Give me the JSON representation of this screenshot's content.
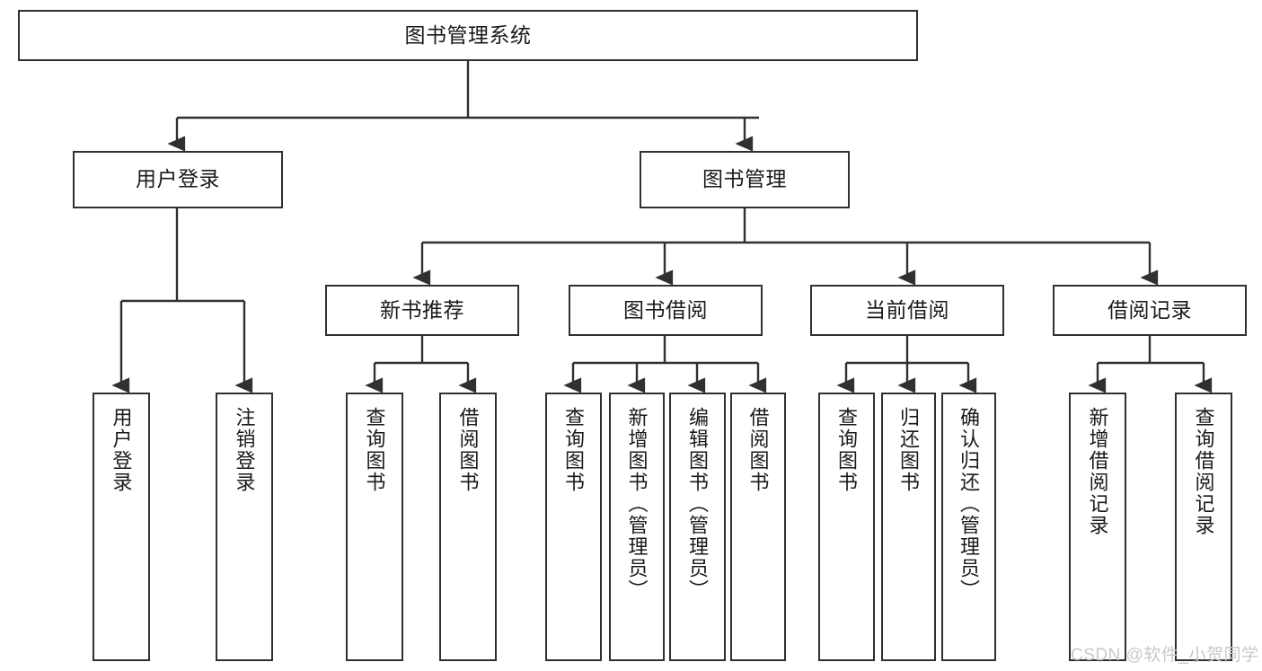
{
  "diagram": {
    "title": "图书管理系统",
    "type": "tree",
    "watermark": "CSDN @软件_小贺同学",
    "colors": {
      "node_border": "#303030",
      "node_fill": "#ffffff",
      "edge": "#303030",
      "text": "#1a1a1a",
      "watermark": "#c9c9c9"
    },
    "nodes": {
      "root": {
        "label": "图书管理系统"
      },
      "level2": [
        {
          "label": "用户登录"
        },
        {
          "label": "图书管理"
        }
      ],
      "level3": [
        {
          "label": "新书推荐"
        },
        {
          "label": "图书借阅"
        },
        {
          "label": "当前借阅"
        },
        {
          "label": "借阅记录"
        }
      ],
      "leaves_user_login": [
        {
          "label": "用户登录"
        },
        {
          "label": "注销登录"
        }
      ],
      "leaves_new_book": [
        {
          "label": "查询图书"
        },
        {
          "label": "借阅图书"
        }
      ],
      "leaves_borrow": [
        {
          "label": "查询图书"
        },
        {
          "label": "新增图书（管理员）"
        },
        {
          "label": "编辑图书（管理员）"
        },
        {
          "label": "借阅图书"
        }
      ],
      "leaves_current": [
        {
          "label": "查询图书"
        },
        {
          "label": "归还图书"
        },
        {
          "label": "确认归还（管理员）"
        }
      ],
      "leaves_record": [
        {
          "label": "新增借阅记录"
        },
        {
          "label": "查询借阅记录"
        }
      ]
    }
  }
}
